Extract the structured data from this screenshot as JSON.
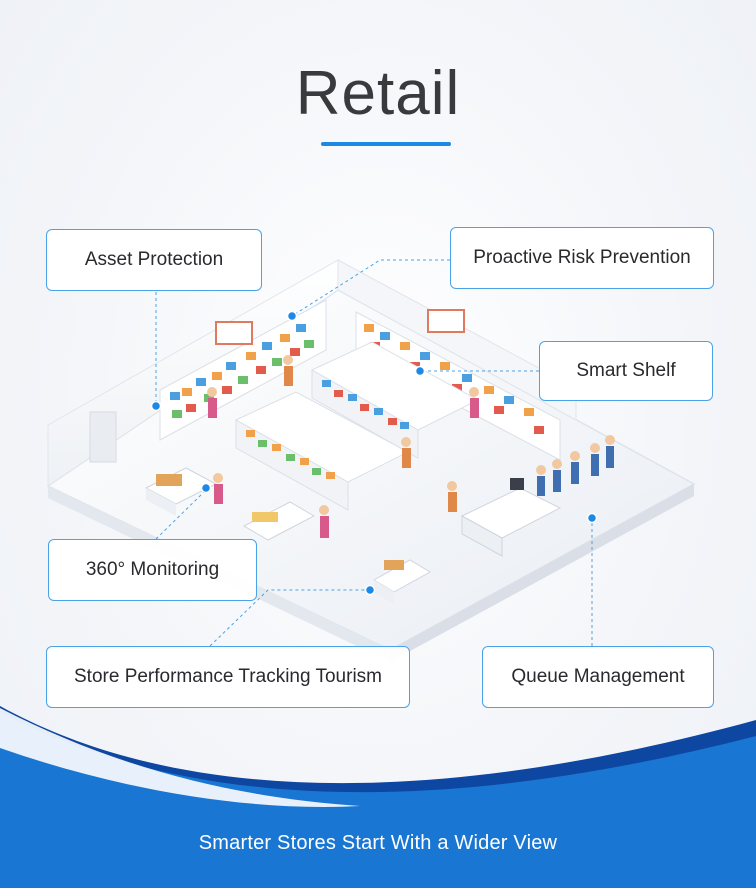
{
  "header": {
    "title": "Retail"
  },
  "features": {
    "asset_protection": "Asset Protection",
    "risk_prevention": "Proactive Risk Prevention",
    "smart_shelf": "Smart Shelf",
    "monitoring": "360° Monitoring",
    "store_performance": "Store Performance Tracking Tourism",
    "queue_management": "Queue Management"
  },
  "footer": {
    "tagline": "Smarter Stores Start With a Wider View"
  },
  "colors": {
    "accent": "#1e88e5",
    "footer_blue": "#1976d2",
    "footer_dark": "#0d47a1",
    "title_text": "#3a3a3e"
  },
  "icons": [
    "store-illustration"
  ]
}
